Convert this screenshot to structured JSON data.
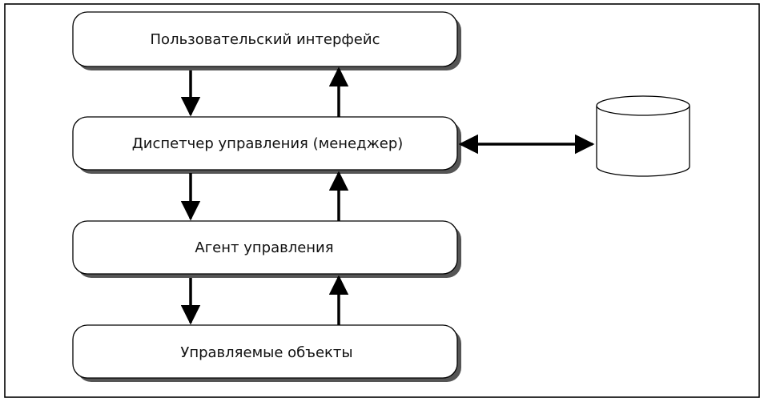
{
  "diagram": {
    "boxes": [
      {
        "id": "ui",
        "label": "Пользовательский интерфейс"
      },
      {
        "id": "manager",
        "label": "Диспетчер управления (менеджер)"
      },
      {
        "id": "agent",
        "label": "Агент управления"
      },
      {
        "id": "objects",
        "label": "Управляемые объекты"
      }
    ],
    "storage_icon": "database-cylinder-icon",
    "colors": {
      "stroke": "#000000",
      "box_fill": "#ffffff",
      "shadow": "#555555"
    }
  }
}
